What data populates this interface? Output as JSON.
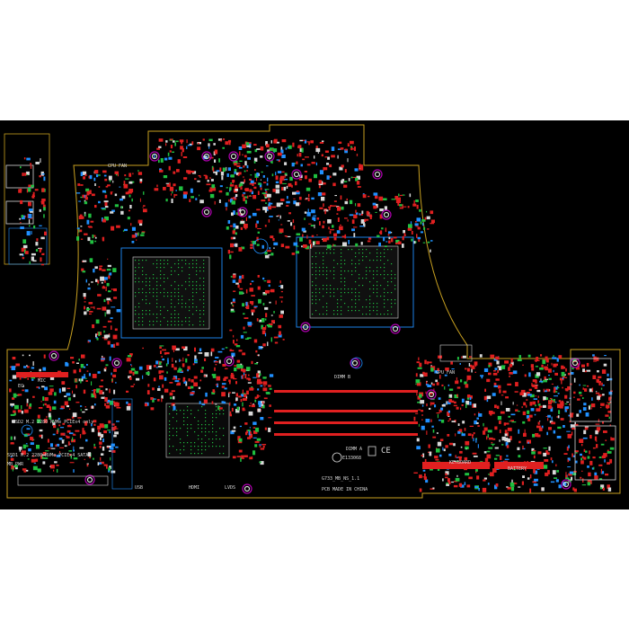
{
  "colors": {
    "background": "#000000",
    "outline": "#c8a020",
    "pad_red": "#e02020",
    "pad_green": "#20c040",
    "pad_cyan": "#2090ff",
    "silkscreen": "#d8d8d8",
    "hole_ring": "#b000b0"
  },
  "labels": {
    "dimm_b": "DIMM B",
    "dimm_a": "DIMM A",
    "ssd_a": "SSD1 M.2 2280 NVMe PCIEx4 SATA",
    "ssd_b": "SSD2 M.2 2280 NVMe PCIEx4 only",
    "board_name": "G733_MB_NS_1.1",
    "made_in": "PCB MADE IN CHINA",
    "keyboard": "KEYBOARD",
    "battery": "BATTERY",
    "mic": "MIC",
    "ec": "EC",
    "cpu_fan": "CPU FAN",
    "gpu_fan": "GPU FAN",
    "ce_mark": "CE",
    "ul_mark": "E133068",
    "lvds": "LVDS",
    "hdmi": "HDMI",
    "usb": "USB",
    "mb_pwr": "MB_PWR"
  },
  "icons": {
    "mounting_hole": "mounting-hole-icon",
    "ce": "ce-mark-icon",
    "ul": "ul-mark-icon",
    "recycle": "recycle-bin-icon"
  }
}
